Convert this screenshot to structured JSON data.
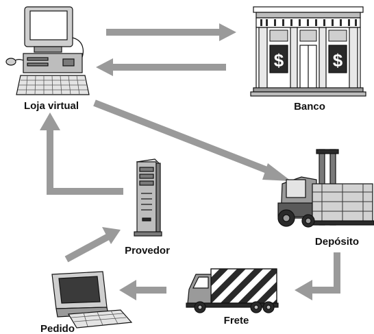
{
  "nodes": {
    "loja_virtual": {
      "label": "Loja virtual",
      "icon": "desktop-computer-icon"
    },
    "banco": {
      "label": "Banco",
      "icon": "bank-building-icon",
      "sign": "$"
    },
    "deposito": {
      "label": "Depósito",
      "icon": "forklift-icon"
    },
    "provedor": {
      "label": "Provedor",
      "icon": "server-tower-icon"
    },
    "frete": {
      "label": "Frete",
      "icon": "delivery-truck-icon"
    },
    "pedido": {
      "label": "Pedido",
      "icon": "computer-terminal-icon"
    }
  },
  "arrows": [
    {
      "from": "loja_virtual",
      "to": "banco"
    },
    {
      "from": "banco",
      "to": "loja_virtual"
    },
    {
      "from": "loja_virtual",
      "to": "deposito"
    },
    {
      "from": "deposito",
      "to": "frete"
    },
    {
      "from": "frete",
      "to": "pedido"
    },
    {
      "from": "pedido",
      "to": "provedor"
    },
    {
      "from": "provedor",
      "to": "loja_virtual"
    }
  ],
  "colors": {
    "arrow": "#9a9a9a",
    "ink": "#111111",
    "mid": "#808080",
    "light": "#dcdcdc"
  }
}
